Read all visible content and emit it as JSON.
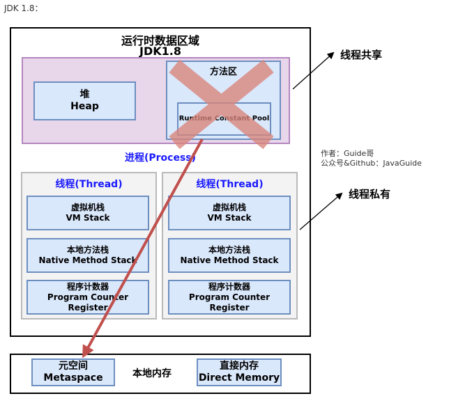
{
  "caption": "JDK 1.8：",
  "runtime_area": {
    "title": "运行时数据区域",
    "version": "JDK1.8"
  },
  "shared": {
    "heap": {
      "cn": "堆",
      "en": "Heap"
    },
    "method_area": {
      "label": "方法区"
    },
    "runtime_constant_pool": {
      "label": "Runtime Constant Pool"
    }
  },
  "process_label": "进程(Process)",
  "threads": [
    {
      "label": "线程(Thread)",
      "vm_stack": {
        "cn": "虚拟机栈",
        "en": "VM Stack"
      },
      "native_stack": {
        "cn": "本地方法栈",
        "en": "Native Method Stack"
      },
      "pc_register": {
        "cn": "程序计数器",
        "en": "Program Counter Register"
      }
    },
    {
      "label": "线程(Thread)",
      "vm_stack": {
        "cn": "虚拟机栈",
        "en": "VM Stack"
      },
      "native_stack": {
        "cn": "本地方法栈",
        "en": "Native Method Stack"
      },
      "pc_register": {
        "cn": "程序计数器",
        "en": "Program Counter Register"
      }
    }
  ],
  "native_memory": {
    "label": "本地内存",
    "metaspace": {
      "cn": "元空间",
      "en": "Metaspace"
    },
    "direct_memory": {
      "cn": "直接内存",
      "en": "Direct Memory"
    }
  },
  "annotations": {
    "thread_shared": "线程共享",
    "thread_private": "线程私有",
    "author_line1": "作者：Guide哥",
    "author_line2": "公众号&Github：JavaGuide"
  },
  "colors": {
    "shared_fill": "#e8d6ea",
    "box_fill": "#dae8fc",
    "thread_fill": "#f3f3f3",
    "cross": "#d9857a",
    "arrow": "#c0504d",
    "process_text": "#1a1aff"
  }
}
